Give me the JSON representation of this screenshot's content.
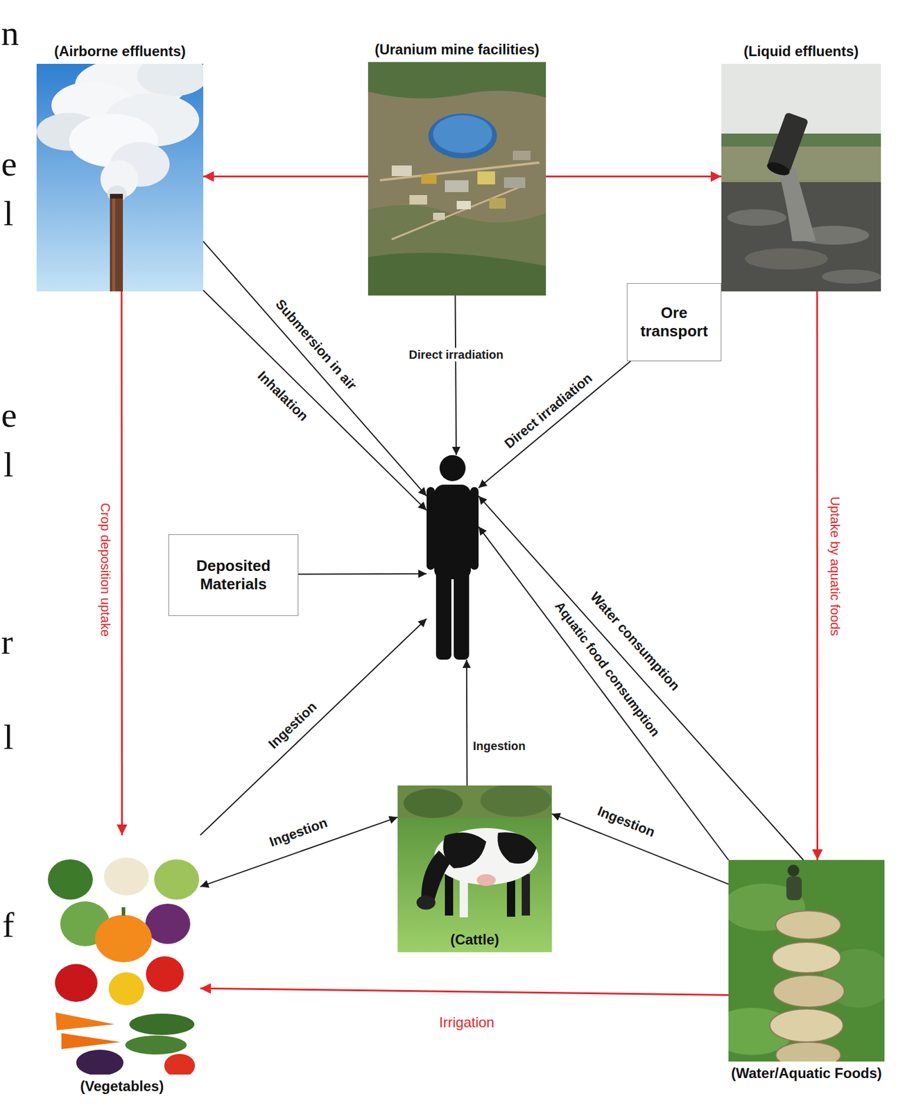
{
  "diagram": {
    "nodes": [
      {
        "text": [
          "(Airborne effluents)"
        ]
      },
      {
        "text": [
          "(Uranium mine facilities)"
        ]
      },
      {
        "text": [
          "(Liquid effluents)"
        ]
      },
      {
        "text": [
          "Ore transport"
        ]
      },
      {
        "text": []
      },
      {
        "text": [
          "Deposited Materials"
        ]
      },
      {
        "text": [
          "(Cattle)"
        ]
      },
      {
        "text": [
          "(Vegetables)"
        ]
      },
      {
        "text": [
          "(Water/Aquatic Foods)"
        ]
      }
    ],
    "edges": [
      {
        "from": 1,
        "to": 0,
        "arrow": "to"
      },
      {
        "from": 1,
        "to": 2,
        "arrow": "to"
      },
      {
        "from": 0,
        "to": 4,
        "label": "Submersion in air",
        "arrow": "to"
      },
      {
        "from": 0,
        "to": 4,
        "label": "Inhalation",
        "arrow": "to"
      },
      {
        "from": 1,
        "to": 4,
        "label": "Direct irradiation",
        "arrow": "to"
      },
      {
        "from": 3,
        "to": 4,
        "label": "Direct irradiation",
        "arrow": "to"
      },
      {
        "from": 5,
        "to": 4,
        "arrow": "to"
      },
      {
        "from": 0,
        "to": 7,
        "label": "Crop deposition uptake",
        "arrow": "to"
      },
      {
        "from": 2,
        "to": 8,
        "label": "Uptake by aquatic foods",
        "arrow": "to"
      },
      {
        "from": 7,
        "to": 4,
        "label": "Ingestion",
        "arrow": "to"
      },
      {
        "from": 6,
        "to": 4,
        "label": "Ingestion",
        "arrow": "to"
      },
      {
        "from": 8,
        "to": 4,
        "label": "Water consumption",
        "arrow": "to"
      },
      {
        "from": 8,
        "to": 4,
        "label": "Aquatic food consumption",
        "arrow": "to"
      },
      {
        "from": 7,
        "to": 6,
        "label": "Ingestion",
        "arrow": "both"
      },
      {
        "from": 8,
        "to": 6,
        "label": "Ingestion",
        "arrow": "to"
      },
      {
        "from": 8,
        "to": 7,
        "label": "Irrigation",
        "arrow": "to"
      }
    ],
    "labels": [
      "n",
      "e",
      "l",
      "e",
      "l",
      "r",
      "l",
      "f"
    ]
  }
}
